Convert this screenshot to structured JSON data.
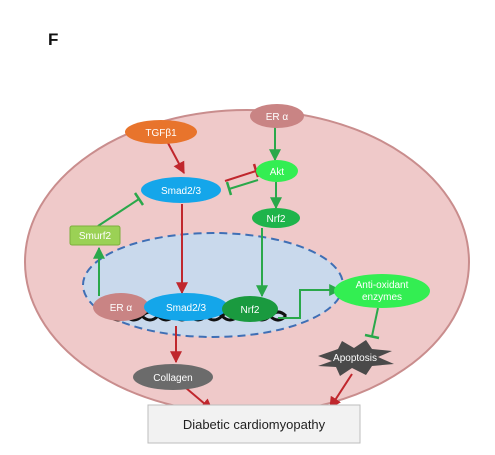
{
  "panel_label": "F",
  "nodes": {
    "er_alpha_top": "ER α",
    "tgfb1": "TGFβ1",
    "smad_cyto": "Smad2/3",
    "akt": "Akt",
    "nrf2_cyto": "Nrf2",
    "smurf2": "Smurf2",
    "er_alpha_nuc": "ER α",
    "smad_nuc": "Smad2/3",
    "nrf2_nuc": "Nrf2",
    "antioxidant_line1": "Anti-oxidant",
    "antioxidant_line2": "enzymes",
    "apoptosis": "Apoptosis",
    "collagen": "Collagen",
    "outcome": "Diabetic cardiomyopathy"
  },
  "colors": {
    "cell_fill": "#efc9c9",
    "cell_stroke": "#c98d8d",
    "nucleus_fill": "#c9d9ec",
    "nucleus_stroke": "#3f6fb5",
    "er_alpha": "#c98484",
    "tgfb1": "#e8742c",
    "smad": "#14a6ea",
    "akt": "#33ee52",
    "nrf2_cyto": "#1fb44b",
    "nrf2_nuc": "#1a9a3f",
    "smurf2": "#9bd155",
    "antioxidant": "#33ee52",
    "apoptosis": "#4a4a4a",
    "collagen": "#6b6b6b",
    "outcome_box": "#f2f2f2",
    "red_arrow": "#c0272d",
    "green_arrow": "#2aa84a"
  }
}
